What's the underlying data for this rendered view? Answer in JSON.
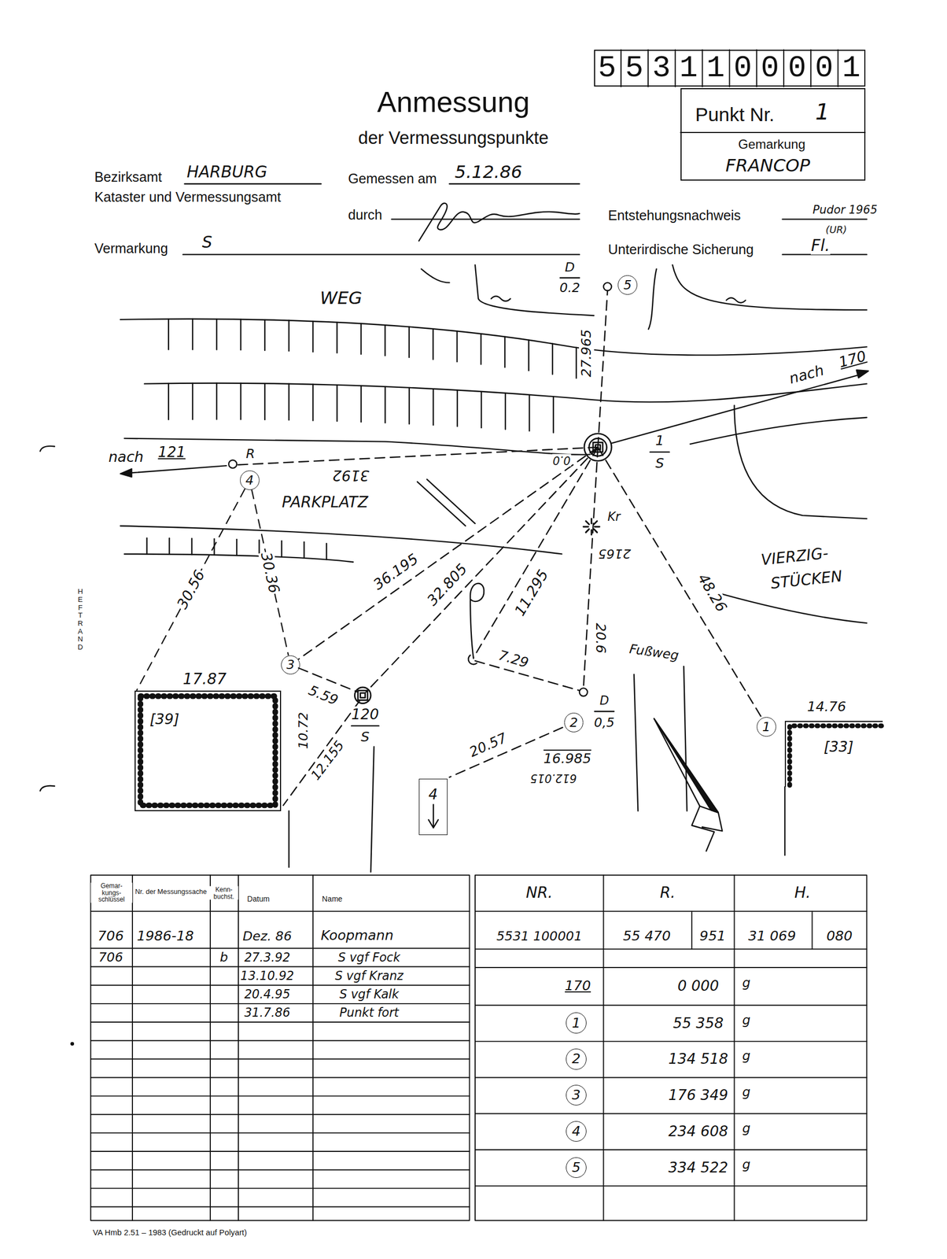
{
  "diagram": {
    "title": "Anmessung",
    "nodes": [
      {
        "text": [
          "5531100001"
        ]
      },
      {
        "text": [
          "Punkt Nr.",
          "1",
          "Gemarkung",
          "FRANCOP"
        ]
      },
      {
        "text": [
          "5"
        ]
      },
      {
        "text": [
          "4"
        ]
      },
      {
        "text": [
          "3"
        ]
      },
      {
        "text": [
          "2"
        ]
      },
      {
        "text": [
          "1"
        ]
      },
      {
        "text": [
          "[39]"
        ]
      },
      {
        "text": [
          "[33]"
        ]
      },
      {
        "text": [
          "4"
        ]
      },
      {
        "text": [
          "1"
        ]
      },
      {
        "text": [
          "2"
        ]
      },
      {
        "text": [
          "3"
        ]
      },
      {
        "text": [
          "4"
        ]
      },
      {
        "text": [
          "5"
        ]
      }
    ],
    "edges": [
      {
        "from": 3,
        "to": 4,
        "label": "30.36",
        "arrow": "none"
      },
      {
        "from": 3,
        "to": 7,
        "label": "30.56",
        "arrow": "none"
      }
    ],
    "labels": [
      "der Vermessungspunkte",
      "Bezirksamt",
      "HARBURG",
      "Kataster und Vermessungsamt",
      "Gemessen am",
      "5.12.86",
      "durch",
      "Entstehungsnachweis",
      "Pudor 1965",
      "(UR)",
      "Vermarkung",
      "S",
      "Unterirdische Sicherung",
      "Fl.",
      "WEG",
      "D",
      "0.2",
      "27.965",
      "nach",
      "170",
      "nach",
      "121",
      "R",
      "3192",
      "0.0",
      "1",
      "S",
      "PARKPLATZ",
      "Kr",
      "2165",
      "VIERZIG-",
      "STÜCKEN",
      "48.26",
      "36.195",
      "32.805",
      "11.295",
      "20.6",
      "Fußweg",
      "7.29",
      "17.87",
      "5.59",
      "10.72",
      "120",
      "S",
      "12.155",
      "D",
      "0,5",
      "16.985",
      "612.015",
      "20.57",
      "14.76",
      "HEFTRAND",
      "Gemar-kungs-schlüssel",
      "Nr. der Messungssache",
      "Kenn-buchst.",
      "Datum",
      "Name",
      "706",
      "1986-18",
      "Dez. 86",
      "Koopmann",
      "706",
      "b",
      "27.3.92",
      "S vgf Fock",
      "13.10.92",
      "S vgf Kranz",
      "20.4.95",
      "S vgf Kalk",
      "31.7.86",
      "Punkt fort",
      "NR.",
      "R.",
      "H.",
      "5531 100001",
      "55 470",
      "951",
      "31 069",
      "080",
      "170",
      "0 000",
      "g",
      "55 358",
      "g",
      "134 518",
      "g",
      "176 349",
      "g",
      "234 608",
      "g",
      "334 522",
      "g",
      "VA Hmb 2.51 – 1983 (Gedruckt auf Polyart)"
    ]
  }
}
